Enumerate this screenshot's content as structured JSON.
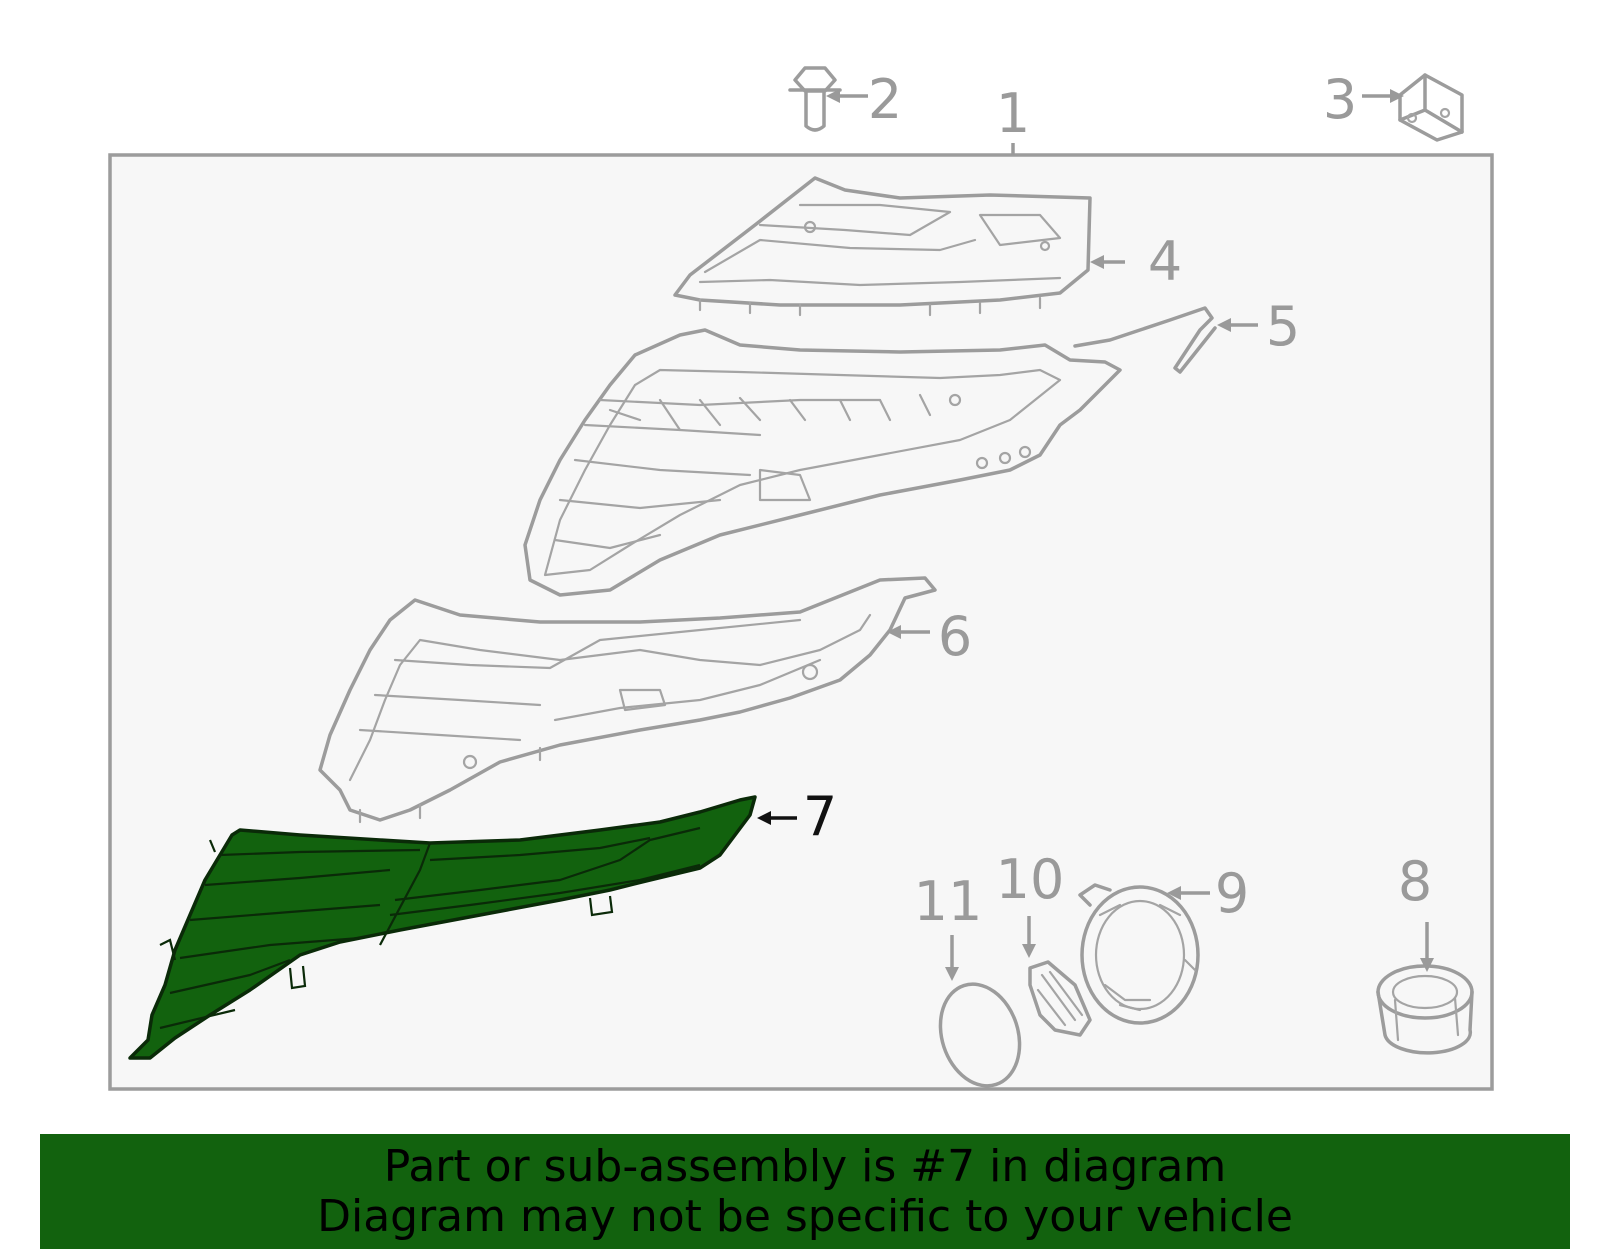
{
  "diagram": {
    "callouts": {
      "c1": "1",
      "c2": "2",
      "c3": "3",
      "c4": "4",
      "c5": "5",
      "c6": "6",
      "c7": "7",
      "c8": "8",
      "c9": "9",
      "c10": "10",
      "c11": "11"
    },
    "highlighted_part": "7",
    "colors": {
      "highlight_fill": "#12620e",
      "line_gray": "#9c9c9c",
      "frame_bg": "#f7f7f7",
      "banner_bg": "#12620e"
    }
  },
  "banner": {
    "line1": "Part or sub-assembly is #7 in diagram",
    "line2": "Diagram may not be specific to your vehicle"
  }
}
